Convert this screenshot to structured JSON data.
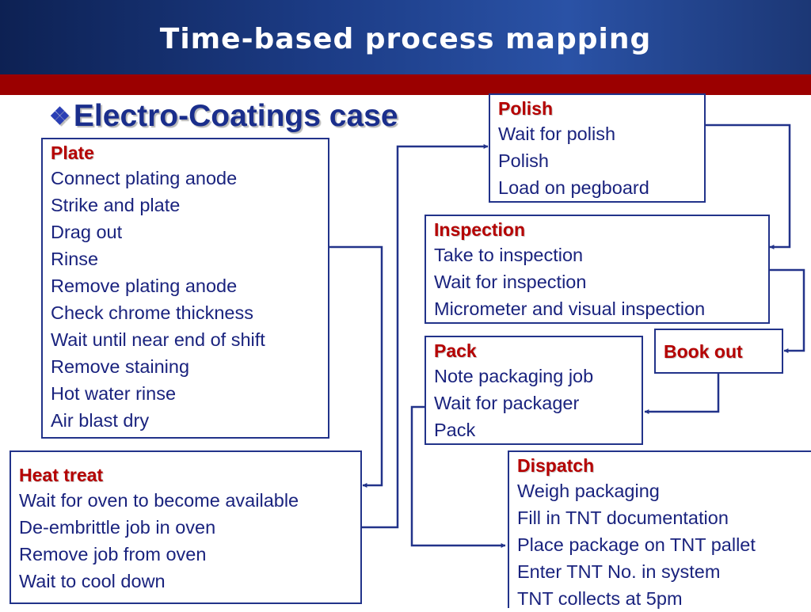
{
  "slide": {
    "title": "Time-based process mapping",
    "subtitle": "Electro-Coatings case"
  },
  "colors": {
    "header_blue": "#1c3c86",
    "accent_red": "#9b0000",
    "box_border": "#22338a",
    "heading_red": "#b50000",
    "text_blue": "#1a237e"
  },
  "icons": {
    "subtitle_bullet": "diamond-bullet-icon"
  },
  "boxes": {
    "plate": {
      "heading": "Plate",
      "items": [
        "Connect plating anode",
        "Strike and plate",
        "Drag out",
        "Rinse",
        "Remove plating anode",
        "Check chrome thickness",
        "Wait until near end of shift",
        "Remove staining",
        "Hot water rinse",
        "Air blast dry"
      ]
    },
    "heat_treat": {
      "heading": "Heat treat",
      "items": [
        "Wait for oven to become available",
        "De-embrittle job in oven",
        "Remove job from oven",
        "Wait to cool down"
      ]
    },
    "polish": {
      "heading": "Polish",
      "items": [
        "Wait for polish",
        "Polish",
        "Load on pegboard"
      ]
    },
    "inspection": {
      "heading": "Inspection",
      "items": [
        "Take to inspection",
        "Wait for inspection",
        "Micrometer and visual inspection"
      ]
    },
    "book_out": {
      "heading": "Book out"
    },
    "pack": {
      "heading": "Pack",
      "items": [
        "Note packaging job",
        "Wait for packager",
        "Pack"
      ]
    },
    "dispatch": {
      "heading": "Dispatch",
      "items": [
        "Weigh packaging",
        "Fill in TNT documentation",
        "Place package on TNT pallet",
        "Enter TNT No. in system",
        "TNT collects at 5pm"
      ]
    }
  }
}
